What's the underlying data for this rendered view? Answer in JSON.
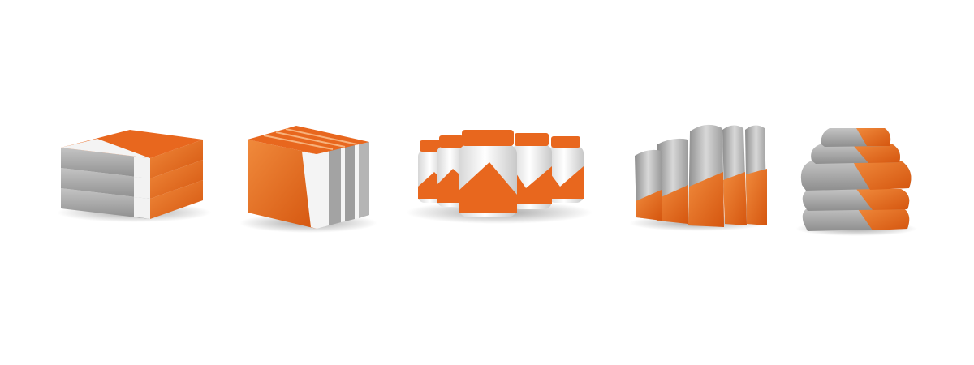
{
  "colors": {
    "background": "#ffffff",
    "orange": "#e8671e",
    "orange_dark": "#c9500f",
    "orange_light": "#f3873a",
    "gray": "#a9a9a9",
    "gray_dark": "#8a8a8a",
    "gray_light": "#cfcfcf",
    "white": "#f4f4f4"
  },
  "products": [
    {
      "kind": "stacked-flat-boxes"
    },
    {
      "kind": "grouped-upright-boxes"
    },
    {
      "kind": "bottles"
    },
    {
      "kind": "standing-pouches"
    },
    {
      "kind": "stacked-pillow-bags"
    }
  ]
}
